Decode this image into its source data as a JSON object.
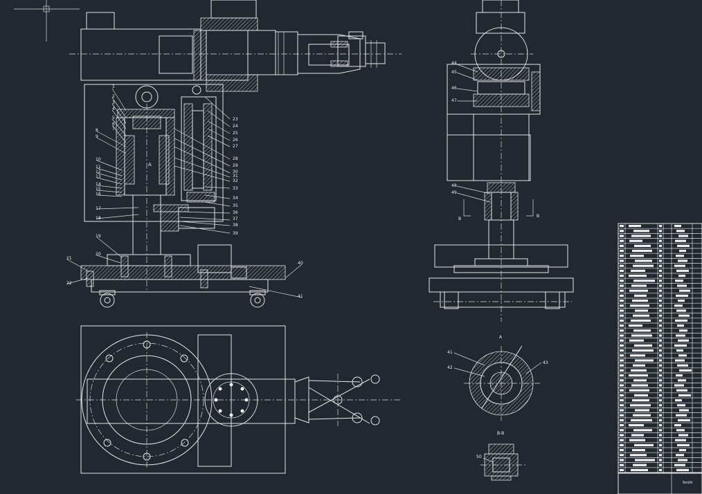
{
  "drawing": {
    "colors": {
      "background": "#212830",
      "line": "#e8e8e8"
    },
    "icons": [
      "ucs-crosshair-icon"
    ],
    "front_view_labels": [
      "1",
      "2",
      "3",
      "4",
      "5",
      "6",
      "7",
      "8",
      "9",
      "10",
      "11",
      "12",
      "13",
      "14",
      "15",
      "16",
      "17",
      "18",
      "19",
      "20",
      "21",
      "22"
    ],
    "front_view_right_labels": [
      "23",
      "24",
      "25",
      "26",
      "27",
      "28",
      "29",
      "30",
      "31",
      "32",
      "33",
      "34",
      "35",
      "36",
      "37",
      "38",
      "39",
      "40",
      "41"
    ],
    "side_view_labels": [
      "44",
      "45",
      "46",
      "47",
      "48",
      "49"
    ],
    "section_marks": {
      "a": "A",
      "b": "B"
    },
    "section_titles": {
      "aa": "A",
      "bb": "B-B"
    },
    "detail_labels": [
      "41",
      "42",
      "43",
      "50"
    ],
    "title_block": {
      "name": "Smith"
    }
  }
}
